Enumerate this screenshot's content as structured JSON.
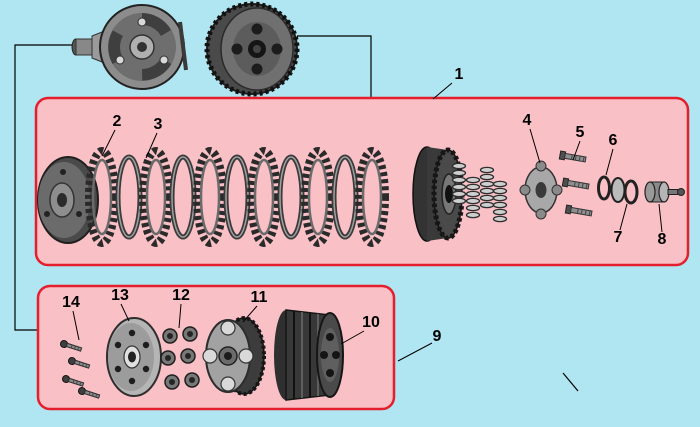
{
  "colors": {
    "background": "#b0e6f2",
    "box_fill": "#f9c0c6",
    "box_border": "#e41e2d",
    "line": "#000000",
    "label_text": "#000000"
  },
  "callouts": {
    "c1": "1",
    "c2": "2",
    "c3": "3",
    "c4": "4",
    "c5": "5",
    "c6": "6",
    "c7": "7",
    "c8": "8",
    "c9": "9",
    "c10": "10",
    "c11": "11",
    "c12": "12",
    "c13": "13",
    "c14": "14"
  }
}
